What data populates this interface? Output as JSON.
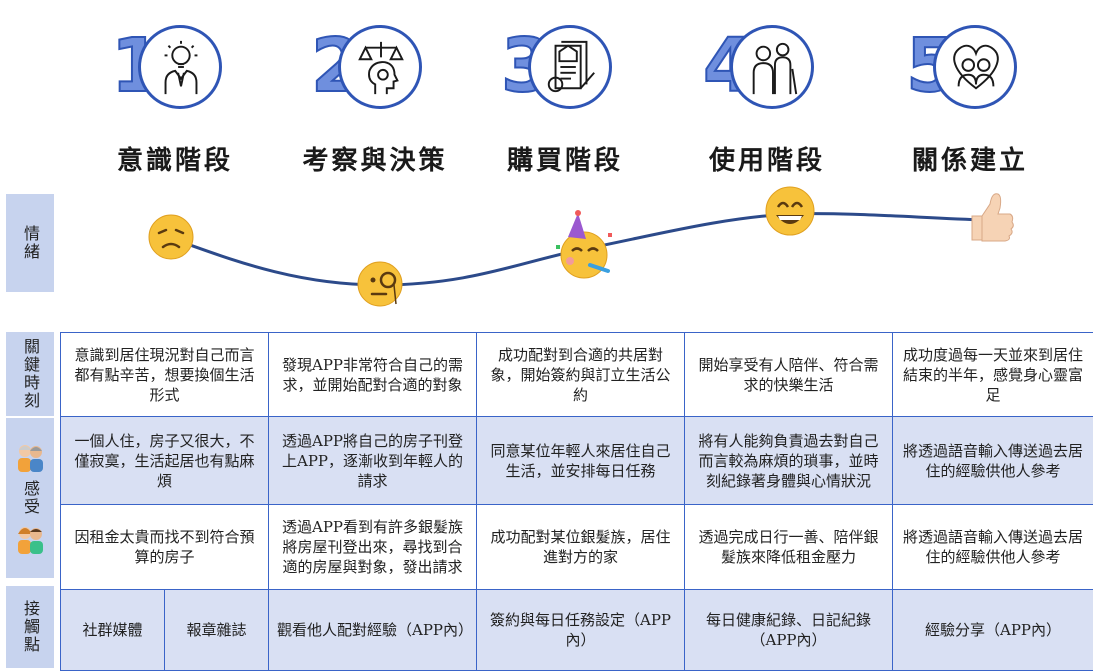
{
  "stages": [
    {
      "num": "1",
      "title": "意識階段",
      "icon": "idea-person-icon"
    },
    {
      "num": "2",
      "title": "考察與決策",
      "icon": "scales-head-icon"
    },
    {
      "num": "3",
      "title": "購買階段",
      "icon": "contract-purchase-icon"
    },
    {
      "num": "4",
      "title": "使用階段",
      "icon": "elderly-couple-icon"
    },
    {
      "num": "5",
      "title": "關係建立",
      "icon": "heart-couple-icon"
    }
  ],
  "side_labels": {
    "emotion": "情緒",
    "key_moments": "關鍵時刻",
    "feelings": "感受",
    "touchpoints": "接觸點"
  },
  "emotion_icons": [
    "disappointed-face-icon",
    "monocle-face-icon",
    "partying-face-icon",
    "grinning-face-icon",
    "thumbs-up-icon"
  ],
  "colors": {
    "accent": "#2f55b5",
    "sidebar": "#c7d3ee",
    "row_shade": "#d9e0f3",
    "curve": "#2c4a8a",
    "emoji": "#f7c23b"
  },
  "rows": {
    "key_moments": [
      "意識到居住現況對自己而言都有點辛苦，想要換個生活形式",
      "發現APP非常符合自己的需求，並開始配對合適的對象",
      "成功配對到合適的共居對象，開始簽約與訂立生活公約",
      "開始享受有人陪伴、符合需求的快樂生活",
      "成功度過每一天並來到居住結束的半年，感覺身心靈富足"
    ],
    "feelings_a": [
      "一個人住，房子又很大，不僅寂寞，生活起居也有點麻煩",
      "透過APP將自己的房子刊登上APP，逐漸收到年輕人的請求",
      "同意某位年輕人來居住自己生活，並安排每日任務",
      "將有人能夠負責過去對自己而言較為麻煩的瑣事，並時刻紀錄著身體與心情狀況",
      "將透過語音輸入傳送過去居住的經驗供他人參考"
    ],
    "feelings_b": [
      "因租金太貴而找不到符合預算的房子",
      "透過APP看到有許多銀髮族將房屋刊登出來，尋找到合適的房屋與對象，發出請求",
      "成功配對某位銀髮族，居住進對方的家",
      "透過完成日行一善、陪伴銀髮族來降低租金壓力",
      "將透過語音輸入傳送過去居住的經驗供他人參考"
    ],
    "touchpoints": [
      "社群媒體",
      "報章雜誌",
      "觀看他人配對經驗（APP內）",
      "簽約與每日任務設定（APP內）",
      "每日健康紀錄、日記紀錄（APP內）",
      "經驗分享（APP內）"
    ]
  }
}
